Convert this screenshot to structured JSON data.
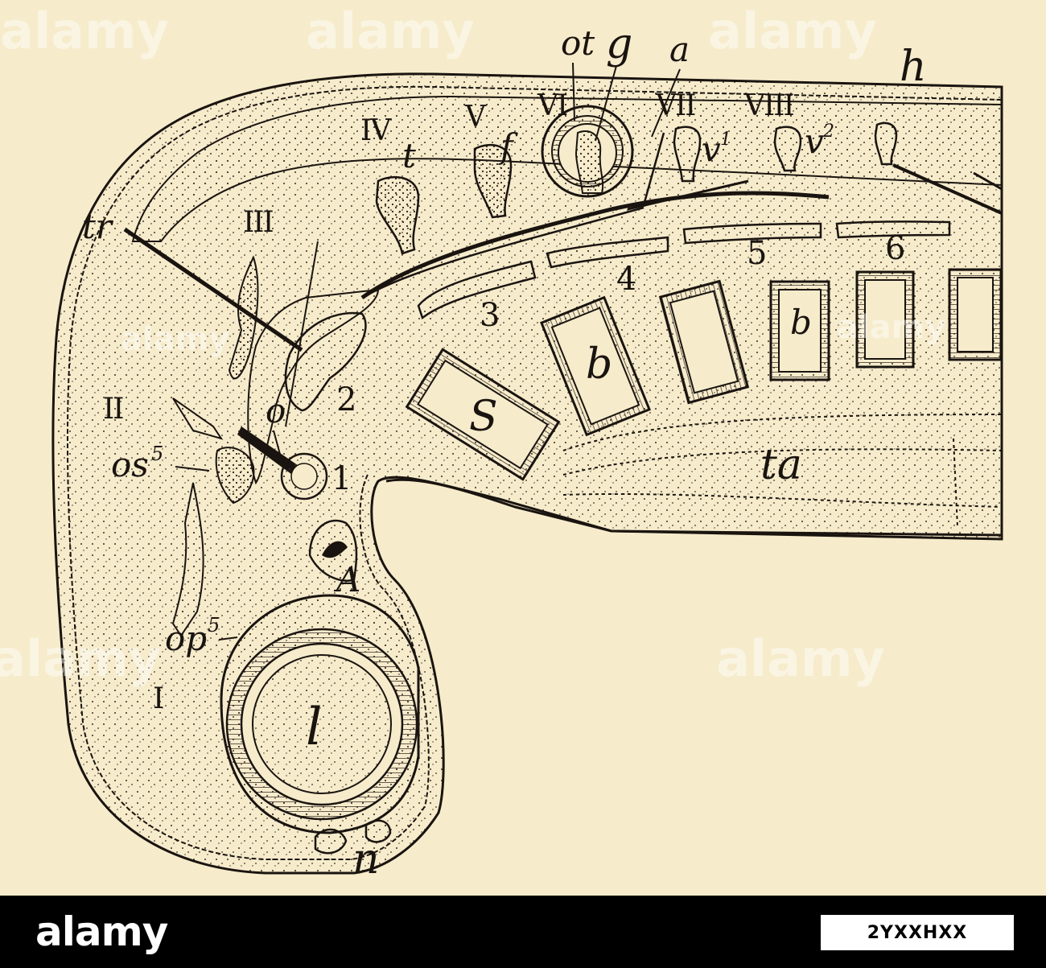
{
  "figure": {
    "labels": {
      "ot": "ot",
      "g": "g",
      "a": "a",
      "h": "h",
      "IV": "IV",
      "V": "V",
      "VI": "VI",
      "VII": "VII",
      "VIII": "VIII",
      "t": "t",
      "f": "f",
      "v1": "v",
      "v1_sup": "1",
      "v2": "v",
      "v2_sup": "2",
      "tr": "tr",
      "III": "III",
      "II": "II",
      "I": "I",
      "os5": "os",
      "os5_sup": "5",
      "op5": "op",
      "op5_sup": "5",
      "o": "o",
      "one": "1",
      "two": "2",
      "three": "3",
      "four": "4",
      "five": "5",
      "six": "6",
      "S": "S",
      "b1": "b",
      "b2": "b",
      "ta": "ta",
      "A": "A",
      "l": "l",
      "n": "n"
    }
  },
  "watermark": {
    "text": "alamy"
  },
  "footer": {
    "brand": "alamy",
    "image_id": "2YXXHXX"
  },
  "colors": {
    "paper": "#f6ebcb",
    "ink": "#1a1410",
    "footer": "#000000"
  }
}
